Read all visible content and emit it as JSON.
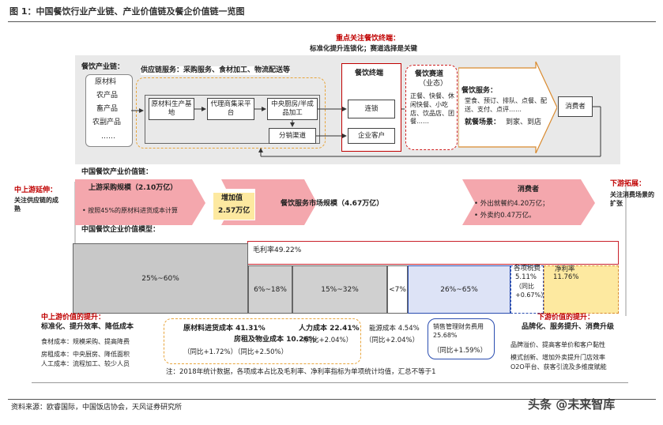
{
  "title": "图 1：中国餐饮行业产业链、产业价值链及餐企价值链一览图",
  "focus": {
    "heading": "重点关注餐饮终端：",
    "subtitle": "标准化提升连锁化；赛道选择是关键"
  },
  "industry_chain": {
    "upstream_title": "餐饮产业链：",
    "upstream_items": [
      "原材料",
      "农产品",
      "畜产品",
      "农副产品",
      "……"
    ],
    "supply_label": "供应链服务：采购服务、食材加工、物流配送等",
    "boxes": {
      "raw_base": "原材料生产基地",
      "agent": "代理商集采平台",
      "kitchen": "中央厨房/半成品加工",
      "distribution": "分销渠道",
      "terminal": "餐饮终端",
      "chain": "连锁",
      "corporate": "企业客户",
      "consumer": "消费者"
    },
    "track_title": "餐饮赛道",
    "track_sub": "（业态）",
    "track_items": "正餐、快餐、休闲快餐、小吃店、饮品店、团餐……",
    "service_label": "餐饮服务：",
    "service_items": "堂食、预订、排队、点餐、配送、支付、点评……",
    "scene_label": "就餐场景：",
    "scene_items": "到家、到店"
  },
  "value_chain": {
    "title": "中国餐饮产业价值链：",
    "upstream_label": "上游采购规模（2.10万亿）",
    "upstream_note": "按照45%的原材料进货成本计算",
    "added_label": "增加值",
    "added_value": "2.57万亿",
    "market_label": "餐饮服务市场规模（4.67万亿）",
    "consumer_label": "消费者",
    "consumer_note1": "外出就餐约4.20万亿；",
    "consumer_note2": "外卖约0.47万亿。",
    "left_title": "中上游延伸：",
    "left_body": "关注供应链的成熟",
    "right_title": "下游拓展：",
    "right_body": "关注消费场景的扩张"
  },
  "enterprise": {
    "title": "中国餐饮企业价值模型：",
    "gross_margin": "毛利率49.22%",
    "segments": [
      "25%~60%",
      "6%~18%",
      "15%~32%",
      "<7%",
      "26%~65%"
    ],
    "tax_label": "各项税费",
    "tax_value": "5.11%",
    "tax_change": "（同比+0.67%）",
    "net_label": "净利率",
    "net_value": "11.76%"
  },
  "bottom": {
    "mid_title": "中上游价值的提升：",
    "mid_sub": "标准化、提升效率、降低成本",
    "mid_items": [
      "食材成本：规模采购、提高降费",
      "房租成本：中央厨房、降低面积",
      "人工成本：流程加工、较少人员"
    ],
    "raw_cost": "原材料进货成本 41.31%",
    "raw_change": "（同比+1.72%）",
    "rent_cost": "房租及物业成本 10.26%",
    "rent_change": "（同比+2.50%）",
    "labor_cost": "人力成本 22.41%",
    "labor_change": "（同比+2.04%）",
    "energy_cost": "能源成本 4.54%",
    "energy_change": "（同比+2.04%）",
    "sales_cost": "销售管理财务费用 25.68%",
    "sales_change": "（同比+1.59%）",
    "down_title": "下游价值的提升：",
    "down_sub": "品牌化、服务提升、消费升级",
    "down_items": [
      "品牌溢价、提高客单价和客户黏性",
      "模式创新、增加外卖提升门店效率",
      "O2O平台、获客引流及多维度赋能"
    ],
    "footnote": "注：2018年统计数据，各项成本占比及毛利率、净利率指标为单项统计均值，汇总不等于1"
  },
  "source": "资料来源：欧睿国际，中国饭店协会，天风证券研究所",
  "watermark": "头条 @未来智库",
  "colors": {
    "red": "#c00000",
    "orange": "#e8a53c",
    "pink": "#f4a7ad",
    "gray": "#c8c8c8",
    "blue": "#dde3f6",
    "yellow": "#fde9a0"
  }
}
